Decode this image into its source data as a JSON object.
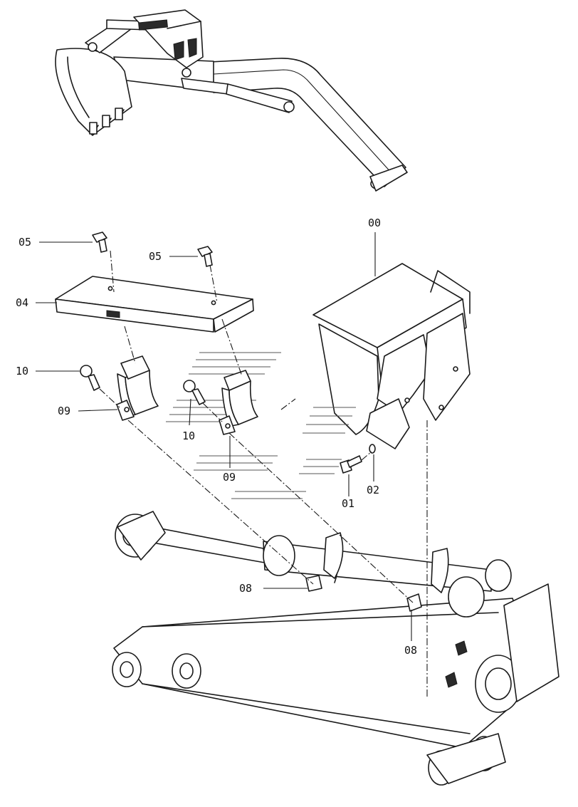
{
  "labels": {
    "p00": "00",
    "p01": "01",
    "p02": "02",
    "p04": "04",
    "p05a": "05",
    "p05b": "05",
    "p08a": "08",
    "p08b": "08",
    "p09a": "09",
    "p09b": "09",
    "p10a": "10",
    "p10b": "10"
  }
}
